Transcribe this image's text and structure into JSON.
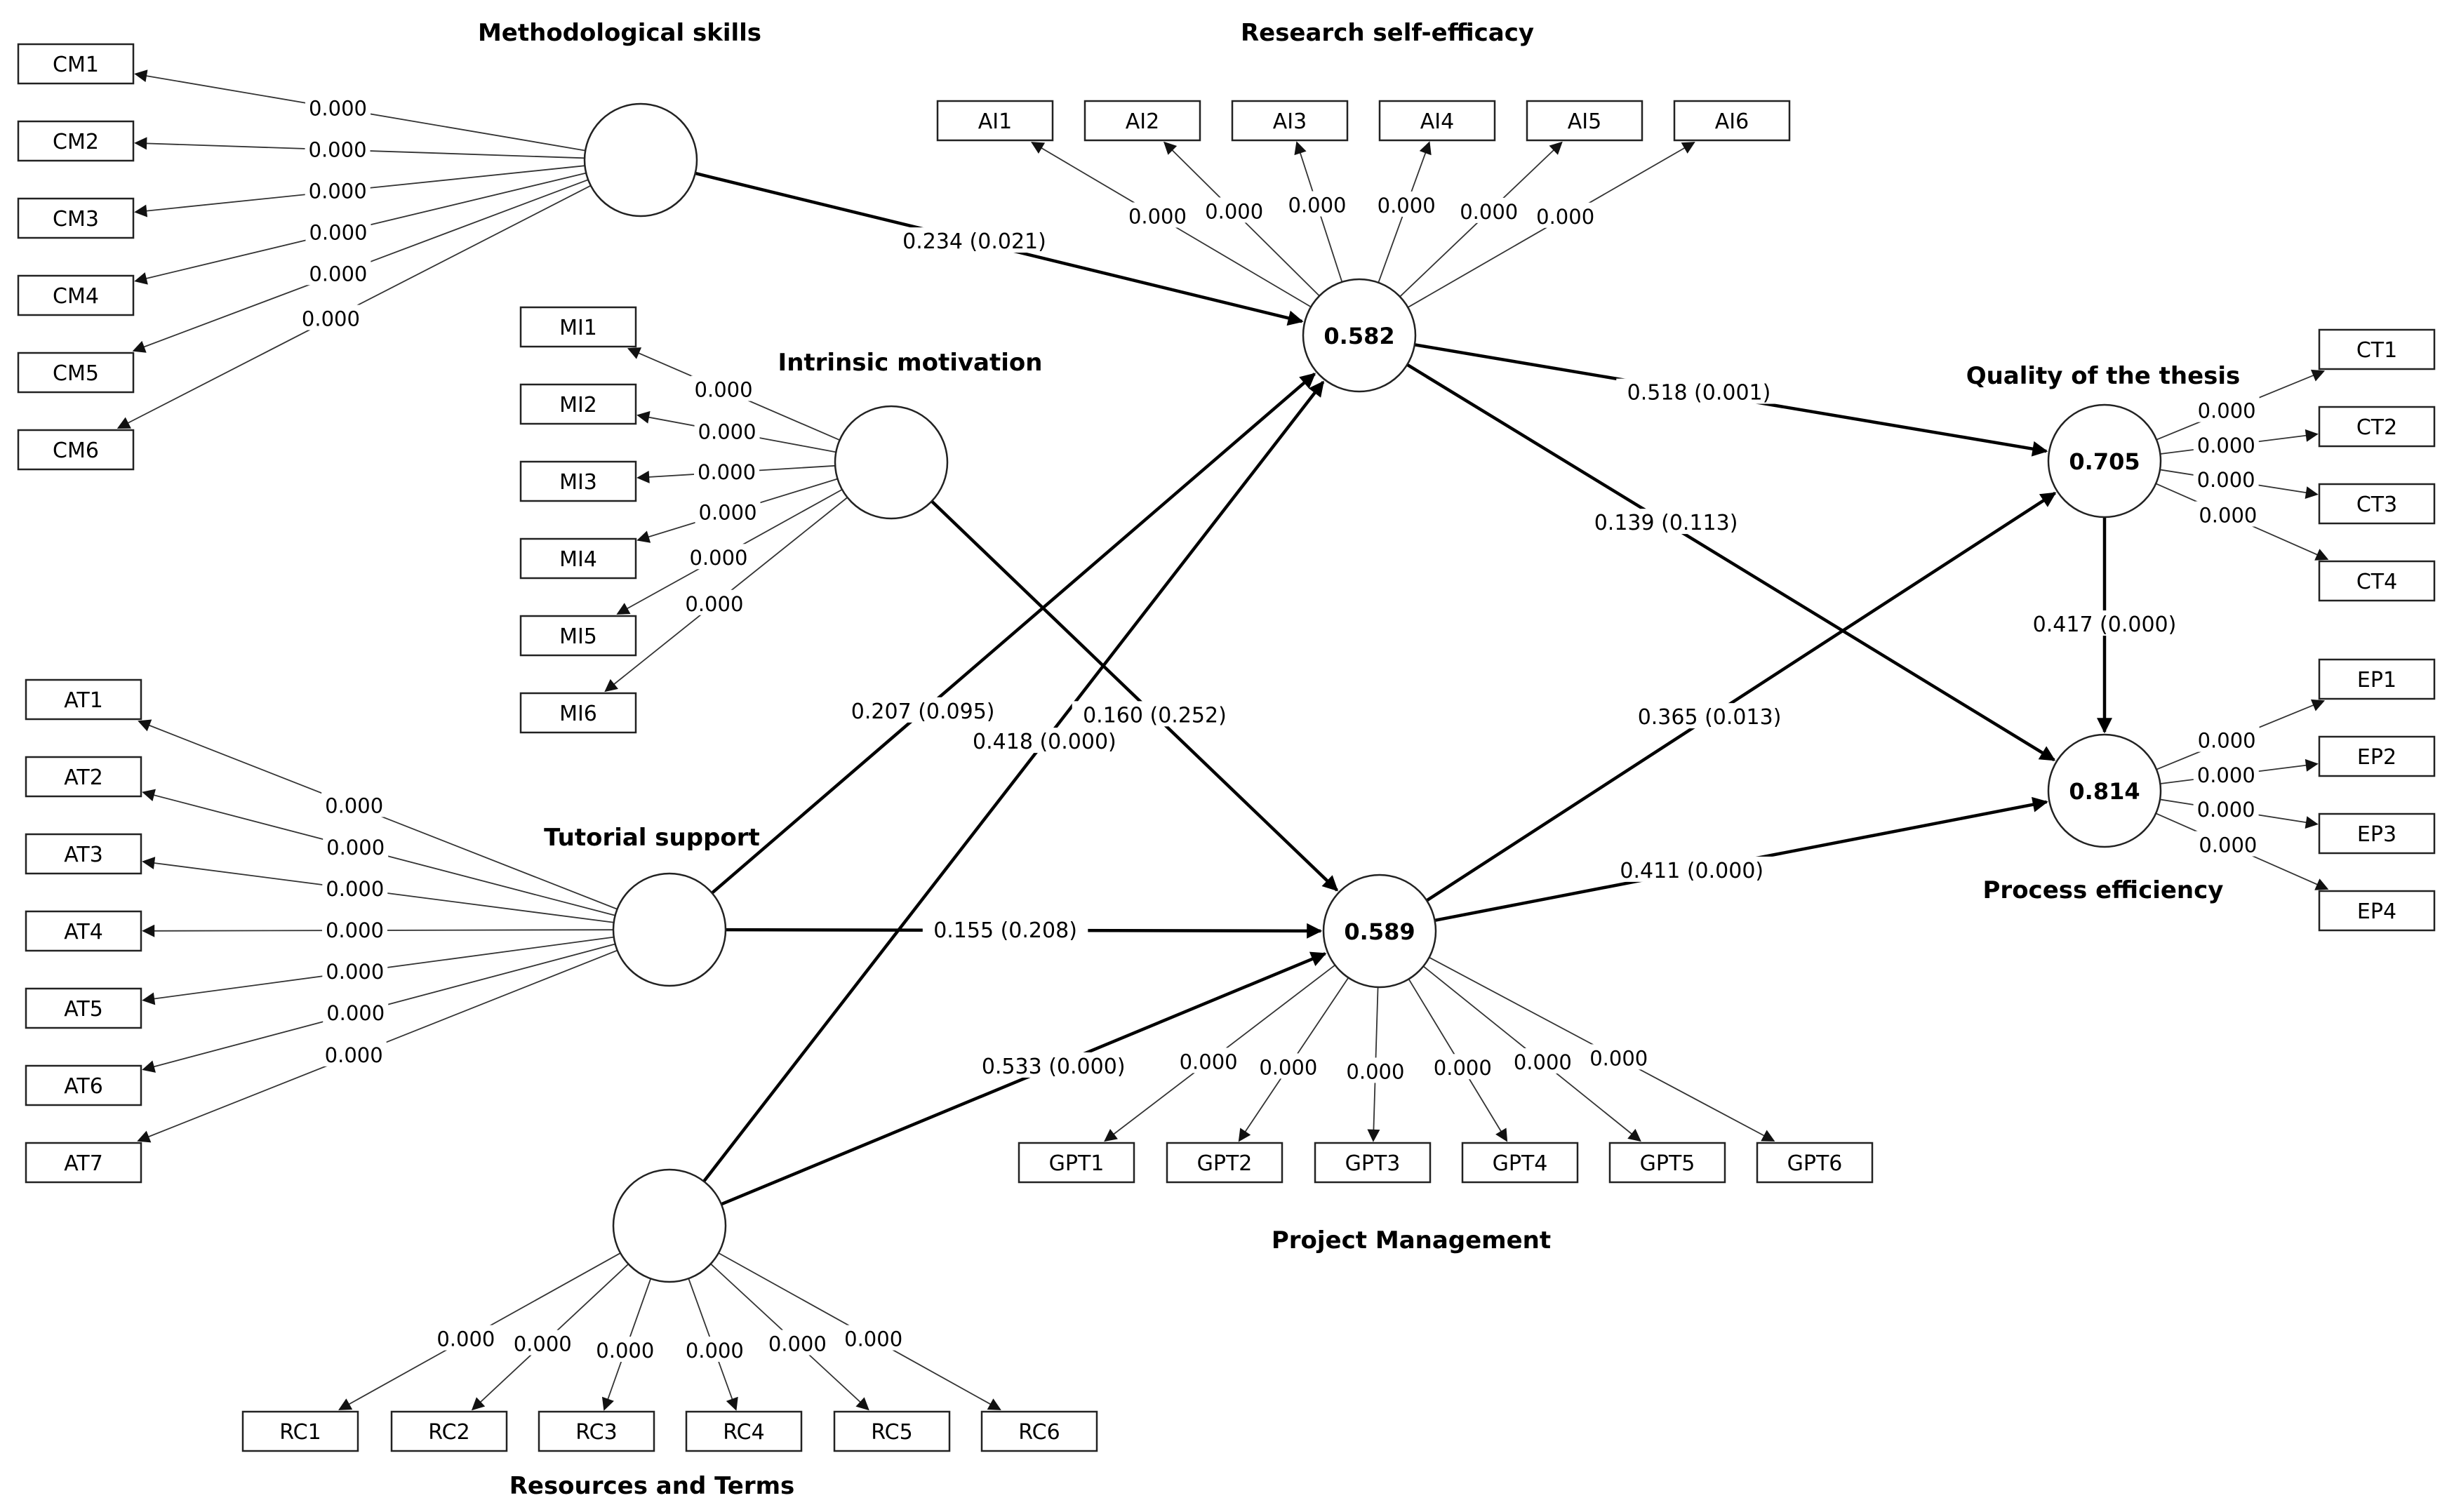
{
  "constructs": [
    {
      "id": "CM",
      "name": "Methodological skills",
      "r2": ""
    },
    {
      "id": "AI",
      "name": "Research self-efficacy",
      "r2": "0.582"
    },
    {
      "id": "MI",
      "name": "Intrinsic motivation",
      "r2": ""
    },
    {
      "id": "AT",
      "name": "Tutorial support",
      "r2": ""
    },
    {
      "id": "RC",
      "name": "Resources and Terms",
      "r2": ""
    },
    {
      "id": "GPT",
      "name": "Project Management",
      "r2": "0.589"
    },
    {
      "id": "CT",
      "name": "Quality of the thesis",
      "r2": "0.705"
    },
    {
      "id": "EP",
      "name": "Process efficiency",
      "r2": "0.814"
    }
  ],
  "indicators": {
    "CM": [
      {
        "name": "CM1",
        "value": "0.000"
      },
      {
        "name": "CM2",
        "value": "0.000"
      },
      {
        "name": "CM3",
        "value": "0.000"
      },
      {
        "name": "CM4",
        "value": "0.000"
      },
      {
        "name": "CM5",
        "value": "0.000"
      },
      {
        "name": "CM6",
        "value": "0.000"
      }
    ],
    "AI": [
      {
        "name": "AI1",
        "value": "0.000"
      },
      {
        "name": "AI2",
        "value": "0.000"
      },
      {
        "name": "AI3",
        "value": "0.000"
      },
      {
        "name": "AI4",
        "value": "0.000"
      },
      {
        "name": "AI5",
        "value": "0.000"
      },
      {
        "name": "AI6",
        "value": "0.000"
      }
    ],
    "MI": [
      {
        "name": "MI1",
        "value": "0.000"
      },
      {
        "name": "MI2",
        "value": "0.000"
      },
      {
        "name": "MI3",
        "value": "0.000"
      },
      {
        "name": "MI4",
        "value": "0.000"
      },
      {
        "name": "MI5",
        "value": "0.000"
      },
      {
        "name": "MI6",
        "value": "0.000"
      }
    ],
    "AT": [
      {
        "name": "AT1",
        "value": "0.000"
      },
      {
        "name": "AT2",
        "value": "0.000"
      },
      {
        "name": "AT3",
        "value": "0.000"
      },
      {
        "name": "AT4",
        "value": "0.000"
      },
      {
        "name": "AT5",
        "value": "0.000"
      },
      {
        "name": "AT6",
        "value": "0.000"
      },
      {
        "name": "AT7",
        "value": "0.000"
      }
    ],
    "RC": [
      {
        "name": "RC1",
        "value": "0.000"
      },
      {
        "name": "RC2",
        "value": "0.000"
      },
      {
        "name": "RC3",
        "value": "0.000"
      },
      {
        "name": "RC4",
        "value": "0.000"
      },
      {
        "name": "RC5",
        "value": "0.000"
      },
      {
        "name": "RC6",
        "value": "0.000"
      }
    ],
    "GPT": [
      {
        "name": "GPT1",
        "value": "0.000"
      },
      {
        "name": "GPT2",
        "value": "0.000"
      },
      {
        "name": "GPT3",
        "value": "0.000"
      },
      {
        "name": "GPT4",
        "value": "0.000"
      },
      {
        "name": "GPT5",
        "value": "0.000"
      },
      {
        "name": "GPT6",
        "value": "0.000"
      }
    ],
    "CT": [
      {
        "name": "CT1",
        "value": "0.000"
      },
      {
        "name": "CT2",
        "value": "0.000"
      },
      {
        "name": "CT3",
        "value": "0.000"
      },
      {
        "name": "CT4",
        "value": "0.000"
      }
    ],
    "EP": [
      {
        "name": "EP1",
        "value": "0.000"
      },
      {
        "name": "EP2",
        "value": "0.000"
      },
      {
        "name": "EP3",
        "value": "0.000"
      },
      {
        "name": "EP4",
        "value": "0.000"
      }
    ]
  },
  "paths": [
    {
      "from": "CM",
      "to": "AI",
      "label": "0.234 (0.021)"
    },
    {
      "from": "AI",
      "to": "CT",
      "label": "0.518 (0.001)"
    },
    {
      "from": "AI",
      "to": "EP",
      "label": "0.139 (0.113)"
    },
    {
      "from": "MI",
      "to": "GPT",
      "label": "0.160 (0.252)"
    },
    {
      "from": "AT",
      "to": "AI",
      "label": "0.207 (0.095)"
    },
    {
      "from": "RC",
      "to": "AI",
      "label": "0.418 (0.000)"
    },
    {
      "from": "AT",
      "to": "GPT",
      "label": "0.155 (0.208)"
    },
    {
      "from": "RC",
      "to": "GPT",
      "label": "0.533 (0.000)"
    },
    {
      "from": "GPT",
      "to": "CT",
      "label": "0.365 (0.013)"
    },
    {
      "from": "GPT",
      "to": "EP",
      "label": "0.411 (0.000)"
    },
    {
      "from": "CT",
      "to": "EP",
      "label": "0.417 (0.000)"
    }
  ]
}
